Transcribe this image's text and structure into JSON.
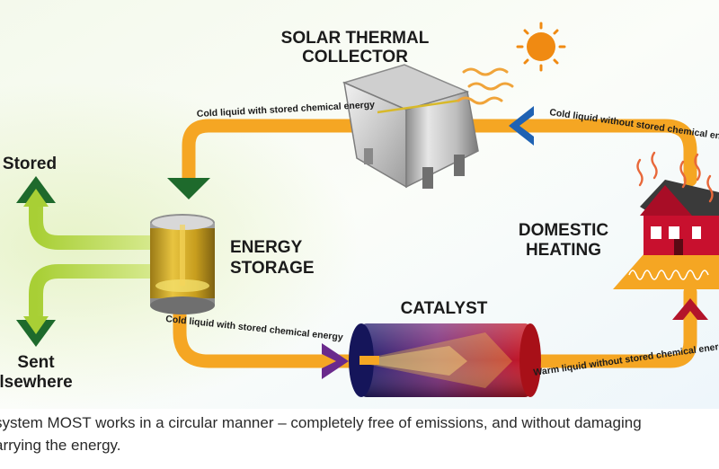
{
  "labels": {
    "solar_line1": "SOLAR THERMAL",
    "solar_line2": "COLLECTOR",
    "energy_line1": "ENERGY",
    "energy_line2": "STORAGE",
    "catalyst": "CATALYST",
    "domestic_line1": "DOMESTIC",
    "domestic_line2": "HEATING",
    "stored": "Stored",
    "sent_line1": "Sent",
    "sent_line2": "lsewhere"
  },
  "flow_labels": {
    "top_left": "Cold liquid with stored chemical energy",
    "top_right": "Cold liquid without stored chemical energy",
    "bottom_left": "Cold liquid with stored chemical energy",
    "bottom_right": "Warm liquid without stored chemical energy"
  },
  "caption": {
    "line1": "system MOST works in a circular manner – completely free of emissions, and without damaging",
    "line2": "arrying the energy."
  },
  "colors": {
    "pipe": "#f5a623",
    "green_arrow": "#1e6a2c",
    "green_flow": "#b6d84a",
    "blue_chevron": "#1f62b3",
    "purple_chevron": "#6a2a8c",
    "red_chevron": "#b3142a",
    "sun": "#f08a12",
    "house": "#c8102e"
  },
  "icons": [
    "sun-icon",
    "solar-collector-icon",
    "storage-tank-icon",
    "catalyst-cylinder-icon",
    "house-icon",
    "heat-waves-icon"
  ]
}
